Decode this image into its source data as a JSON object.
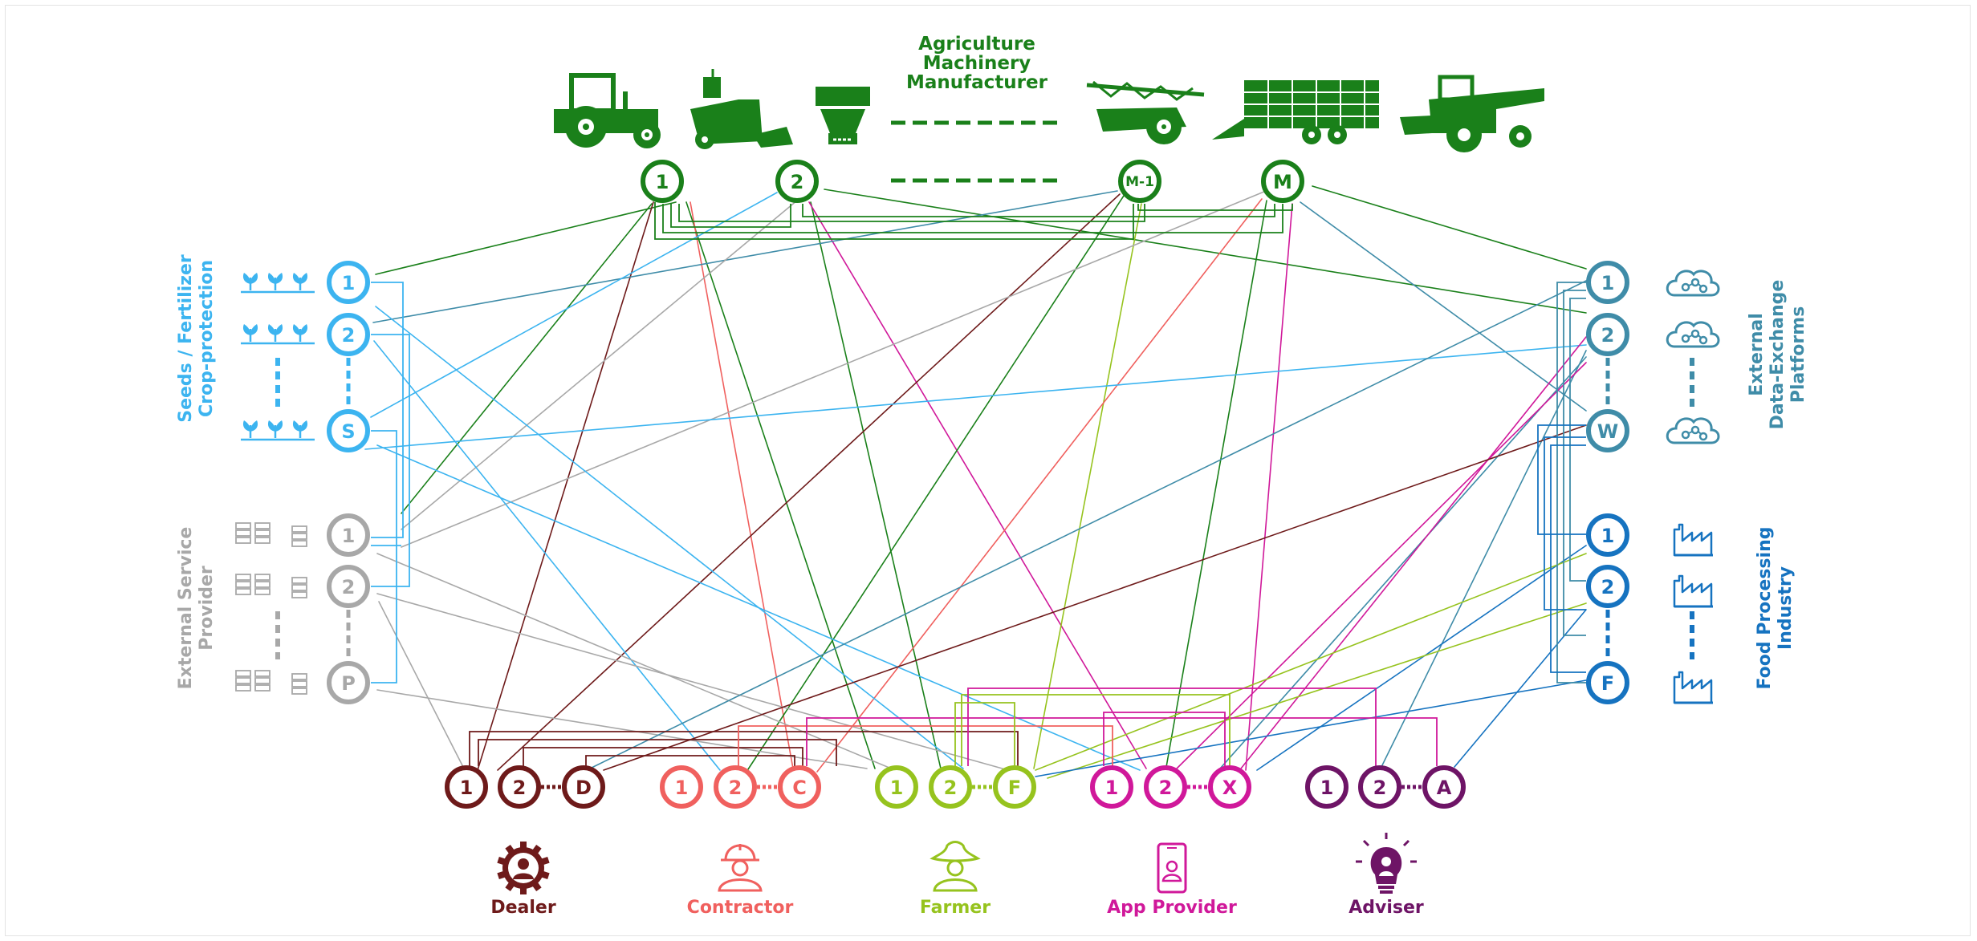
{
  "colors": {
    "manufacturer": "#1a801a",
    "seeds": "#3cb4f0",
    "service": "#a8a8a8",
    "platforms": "#3f8ca8",
    "food": "#1673c0",
    "dealer": "#6e1a1a",
    "contractor": "#f0605e",
    "farmer": "#96c31e",
    "app_provider": "#d0189a",
    "adviser": "#6e1466"
  },
  "manufacturer": {
    "title_lines": [
      "Agriculture",
      "Machinery",
      "Manufacturer"
    ],
    "machine_icons": [
      "tractor-icon",
      "seeder-icon",
      "spreader-icon",
      "sprayer-icon",
      "trailer-icon",
      "combine-harvester-icon"
    ],
    "nodes": [
      "1",
      "2",
      "M-1",
      "M"
    ]
  },
  "seeds": {
    "label_lines": [
      "Seeds / Fertilizer",
      "Crop-protection"
    ],
    "nodes": [
      "1",
      "2",
      "S"
    ],
    "icon": "plant-icon"
  },
  "service": {
    "label_lines": [
      "External Service",
      "Provider"
    ],
    "nodes": [
      "1",
      "2",
      "P"
    ],
    "icon": "server-icon"
  },
  "platforms": {
    "label_lines": [
      "External",
      "Data-Exchange",
      "Platforms"
    ],
    "nodes": [
      "1",
      "2",
      "W"
    ],
    "icon": "cloud-icon"
  },
  "food": {
    "label_lines": [
      "Food Processing",
      "Industry"
    ],
    "nodes": [
      "1",
      "2",
      "F"
    ],
    "icon": "factory-icon"
  },
  "bottom_groups": [
    {
      "key": "dealer",
      "name": "Dealer",
      "icon": "dealer-gear-person-icon",
      "nodes": [
        "1",
        "2",
        "D"
      ]
    },
    {
      "key": "contractor",
      "name": "Contractor",
      "icon": "contractor-helmet-icon",
      "nodes": [
        "1",
        "2",
        "C"
      ]
    },
    {
      "key": "farmer",
      "name": "Farmer",
      "icon": "farmer-hat-icon",
      "nodes": [
        "1",
        "2",
        "F"
      ]
    },
    {
      "key": "app_provider",
      "name": "App Provider",
      "icon": "smartphone-icon",
      "nodes": [
        "1",
        "2",
        "X"
      ]
    },
    {
      "key": "adviser",
      "name": "Adviser",
      "icon": "lightbulb-icon",
      "nodes": [
        "1",
        "2",
        "A"
      ]
    }
  ]
}
